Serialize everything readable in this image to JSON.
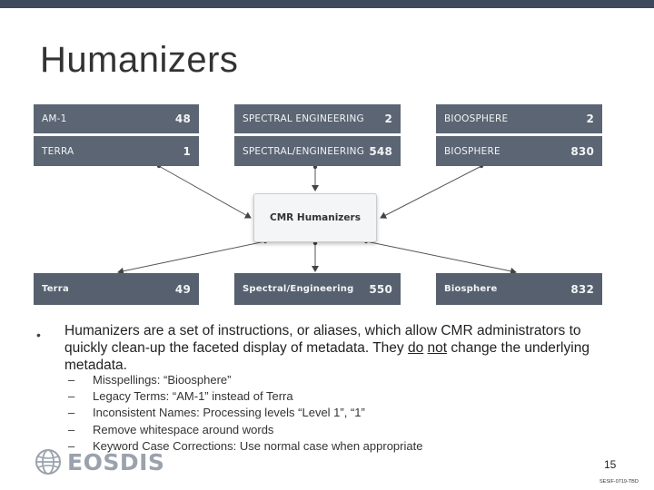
{
  "slide": {
    "title": "Humanizers",
    "page_number": "15",
    "doc_number": "SESIF-0719-TBD",
    "logo_text": "EOSDIS"
  },
  "diagram": {
    "hub_label": "CMR Humanizers",
    "top_boxes": [
      {
        "label": "AM-1",
        "value": "48"
      },
      {
        "label": "TERRA",
        "value": "1"
      },
      {
        "label": "SPECTRAL ENGINEERING",
        "value": "2"
      },
      {
        "label": "SPECTRAL/ENGINEERING",
        "value": "548"
      },
      {
        "label": "BIOOSPHERE",
        "value": "2"
      },
      {
        "label": "BIOSPHERE",
        "value": "830"
      }
    ],
    "bottom_boxes": [
      {
        "label": "Terra",
        "value": "49"
      },
      {
        "label": "Spectral/Engineering",
        "value": "550"
      },
      {
        "label": "Biosphere",
        "value": "832"
      }
    ]
  },
  "body": {
    "bullet": "•",
    "main_part1": "Humanizers are a set of instructions, or aliases, which allow CMR administrators to quickly clean-up the faceted display of metadata.  They ",
    "main_u1": "do",
    "main_u2": "not",
    "main_part2": " change the underlying metadata.",
    "dash": "–",
    "sub_items": [
      "Misspellings: “Bioosphere”",
      "Legacy Terms: “AM-1” instead of Terra",
      "Inconsistent Names: Processing levels “Level 1”, “1”",
      "Remove whitespace around words",
      "Keyword Case Corrections: Use normal case when appropriate"
    ]
  }
}
